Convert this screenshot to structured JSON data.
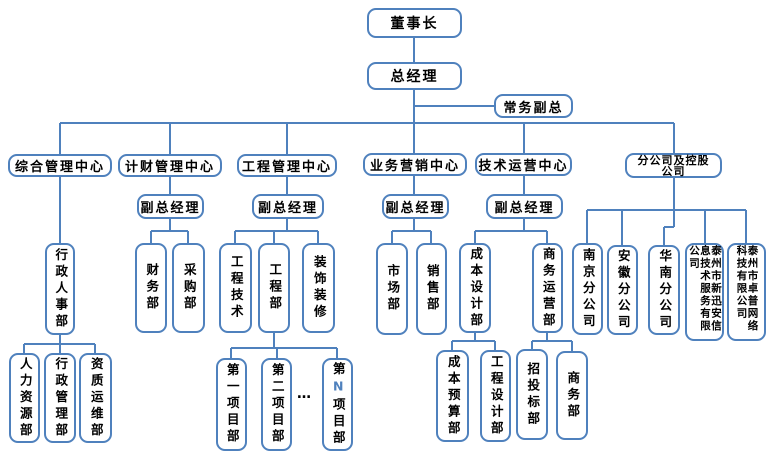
{
  "colors": {
    "accent": "#4f81bd",
    "text": "#000000",
    "n_highlight": "#4f81bd"
  },
  "nodes": {
    "chairman": {
      "label": "董事长"
    },
    "general_manager": {
      "label": "总经理"
    },
    "executive_deputy": {
      "label": "常务副总"
    },
    "admin_center": {
      "label": "综合管理中心"
    },
    "finance_center": {
      "label": "计财管理中心"
    },
    "engineering_center": {
      "label": "工程管理中心"
    },
    "marketing_center": {
      "label": "业务营销中心"
    },
    "tech_center": {
      "label": "技术运营中心"
    },
    "branch_center": {
      "label": "分公司及控股\n公司"
    },
    "deputy_finance": {
      "label": "副总经理"
    },
    "deputy_engineering": {
      "label": "副总经理"
    },
    "deputy_marketing": {
      "label": "副总经理"
    },
    "deputy_tech": {
      "label": "副总经理"
    },
    "admin_hr_dept": {
      "label": "行政人事部"
    },
    "finance_dept": {
      "label": "财务部"
    },
    "purchasing_dept": {
      "label": "采购部"
    },
    "eng_tech_dept": {
      "label": "工程技术"
    },
    "eng_dept": {
      "label": "工程部"
    },
    "decoration_dept": {
      "label": "装饰装修"
    },
    "market_dept": {
      "label": "市场部"
    },
    "sales_dept": {
      "label": "销售部"
    },
    "cost_design_dept": {
      "label": "成本设计部"
    },
    "biz_ops_dept": {
      "label": "商务运营部"
    },
    "nanjing_branch": {
      "label": "南京分公司"
    },
    "anhui_branch": {
      "label": "安徽分公司"
    },
    "south_china_branch": {
      "label": "华南分公司"
    },
    "xinxunan_company": {
      "label": "泰州市新迅安信息技术服务有限公司"
    },
    "zhuopu_company": {
      "label": "泰州市卓普网络科技有限公司"
    },
    "hr_dept": {
      "label": "人力资源部"
    },
    "admin_mgmt_dept": {
      "label": "行政管理部"
    },
    "qualification_dept": {
      "label": "资质运维部"
    },
    "project_1": {
      "label": "第一项目部"
    },
    "project_2": {
      "label": "第二项目部"
    },
    "project_n": {
      "prefix": "第",
      "n": "N",
      "suffix": "项目部"
    },
    "cost_budget_dept": {
      "label": "成本预算部"
    },
    "eng_design_dept": {
      "label": "工程设计部"
    },
    "bidding_dept": {
      "label": "招投标部"
    },
    "business_dept": {
      "label": "商务部"
    },
    "ellipsis": {
      "label": "…"
    }
  }
}
